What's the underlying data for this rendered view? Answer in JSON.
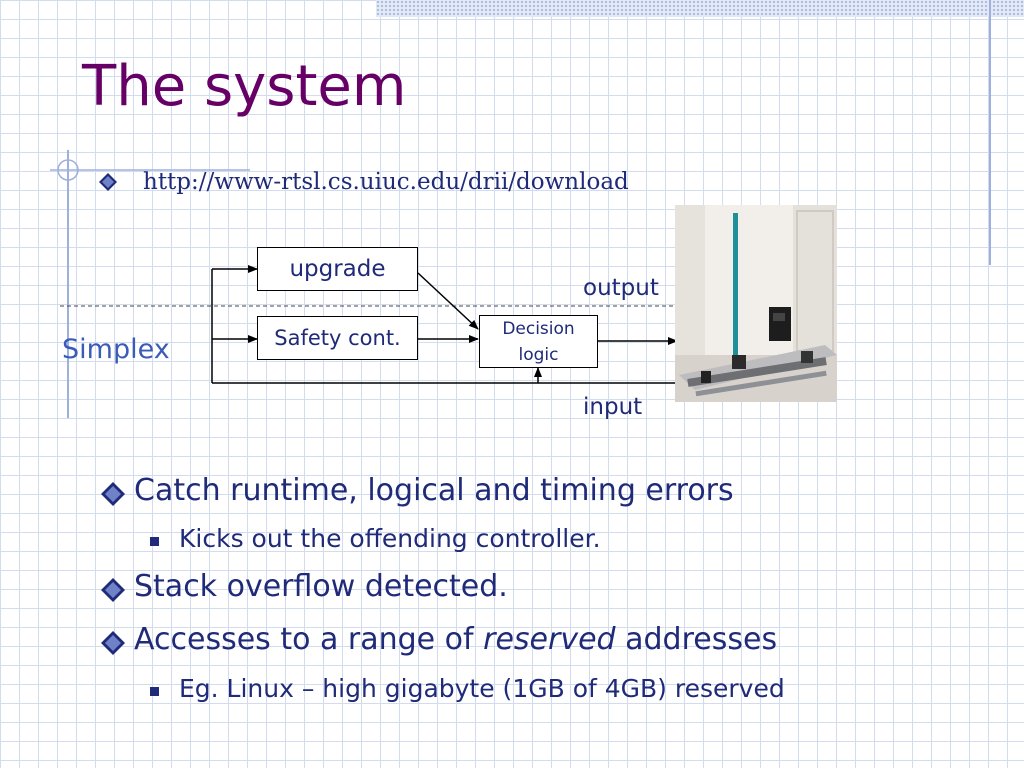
{
  "slide": {
    "title": "The system",
    "url": "http://www-rtsl.cs.uiuc.edu/drii/download"
  },
  "diagram": {
    "simplex_label": "Simplex",
    "upgrade_label": "upgrade",
    "safety_label": "Safety cont.",
    "decision_line1": "Decision",
    "decision_line2": "logic",
    "output_label": "output",
    "input_label": "input",
    "photo": "inverted-pendulum-photo"
  },
  "bullets": {
    "catch": "Catch runtime, logical and timing errors",
    "kicks": "Kicks out the offending controller.",
    "stack": "Stack overflow detected.",
    "access_pre": "Accesses to a range of ",
    "access_em": "reserved",
    "access_post": " addresses",
    "eg": "Eg. Linux – high gigabyte (1GB of 4GB) reserved"
  },
  "colors": {
    "title": "#660066",
    "text": "#1f2a78",
    "simplex": "#3b5bb8",
    "grid": "#d3dcef",
    "accent": "#9fb0dd"
  }
}
